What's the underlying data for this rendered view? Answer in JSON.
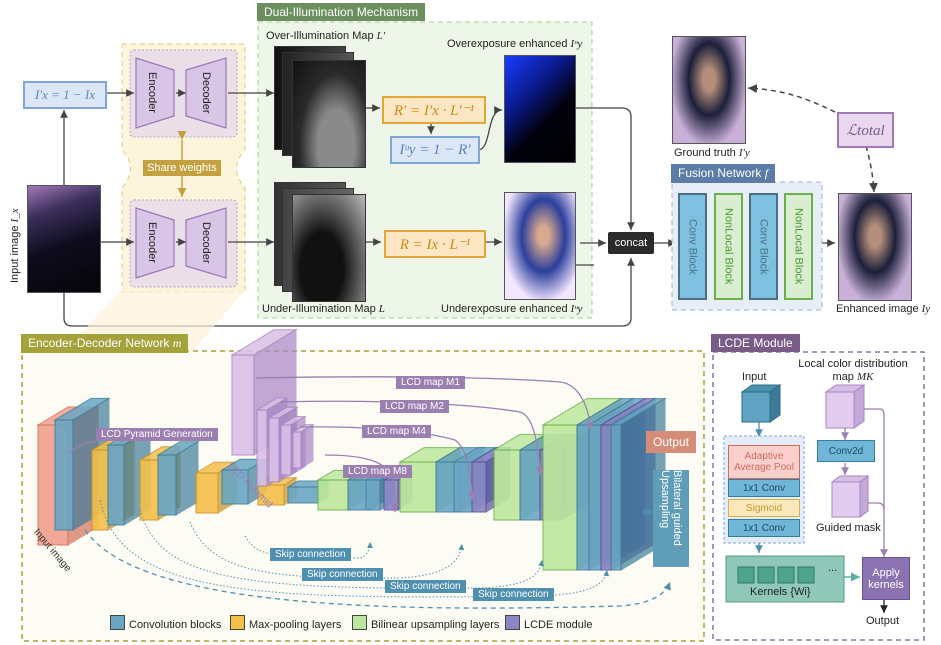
{
  "top": {
    "dual_title": "Dual-Illumination Mechanism",
    "input_label": "Input image",
    "input_sym": "I_x",
    "inv_eq": "I′x = 1 − Ix",
    "share_weights": "Share weights",
    "encoder": "Encoder",
    "decoder": "Decoder",
    "over_map_label": "Over-Illumination Map",
    "over_map_sym": "L′",
    "under_map_label": "Under-Illumination Map",
    "under_map_sym": "L",
    "eq_rprime": "R′ = I′x · L′⁻¹",
    "eq_iyu_over": "Iᵘy = 1 − R′",
    "eq_r": "R = Ix · L⁻¹",
    "over_enh_label": "Overexposure enhanced",
    "over_enh_sym": "Iᵒy",
    "under_enh_label": "Underexposure enhanced",
    "under_enh_sym": "Iᵘy",
    "concat": "concat",
    "fusion_title": "Fusion Network",
    "fusion_sym": "f",
    "fusion_blocks": [
      "Conv Block",
      "NonLocal Block",
      "Conv Block",
      "NonLocal Block"
    ],
    "ground_truth_label": "Ground truth",
    "ground_truth_sym": "I′y",
    "loss": "ℒtotal",
    "enhanced_label": "Enhanced image",
    "enhanced_sym": "Iy"
  },
  "encdec": {
    "title": "Encoder-Decoder Network",
    "title_sym": "m",
    "lcd_gen": "LCD Pyramid Generation",
    "lcd_pyramid": "LCD Pyramid",
    "input_image": "Input image",
    "lcd_maps": [
      "LCD map M1",
      "LCD map M2",
      "LCD map M4",
      "LCD map M8"
    ],
    "skip": "Skip connection",
    "output": "Output",
    "bgu": "Bilateral guided Upsampling",
    "legend": [
      {
        "label": "Convolution blocks",
        "color": "#6aa6c4"
      },
      {
        "label": "Max-pooling layers",
        "color": "#f5c04a"
      },
      {
        "label": "Bilinear upsampling layers",
        "color": "#bde79c"
      },
      {
        "label": "LCDE module",
        "color": "#8a86c4"
      }
    ]
  },
  "lcde": {
    "title": "LCDE Module",
    "input": "Input",
    "lcd_map_label": "Local color distribution map",
    "lcd_map_sym": "MK",
    "adaptive_pool": "Adaptive Average Pool",
    "conv1x1_a": "1x1 Conv",
    "sigmoid": "Sigmoid",
    "conv1x1_b": "1x1 Conv",
    "conv2d": "Conv2d",
    "guided_mask": "Guided mask",
    "kernels": "Kernels {Wi}",
    "ellipsis": "...",
    "apply_kernels": "Apply kernels",
    "output": "Output"
  },
  "colors": {
    "dual_green": "#6b8f5e",
    "encdec_olive": "#a3a23b",
    "lcde_purple": "#7a5a86",
    "fusion_blue": "#5a7ca6",
    "share_gold": "#c4a13f"
  }
}
